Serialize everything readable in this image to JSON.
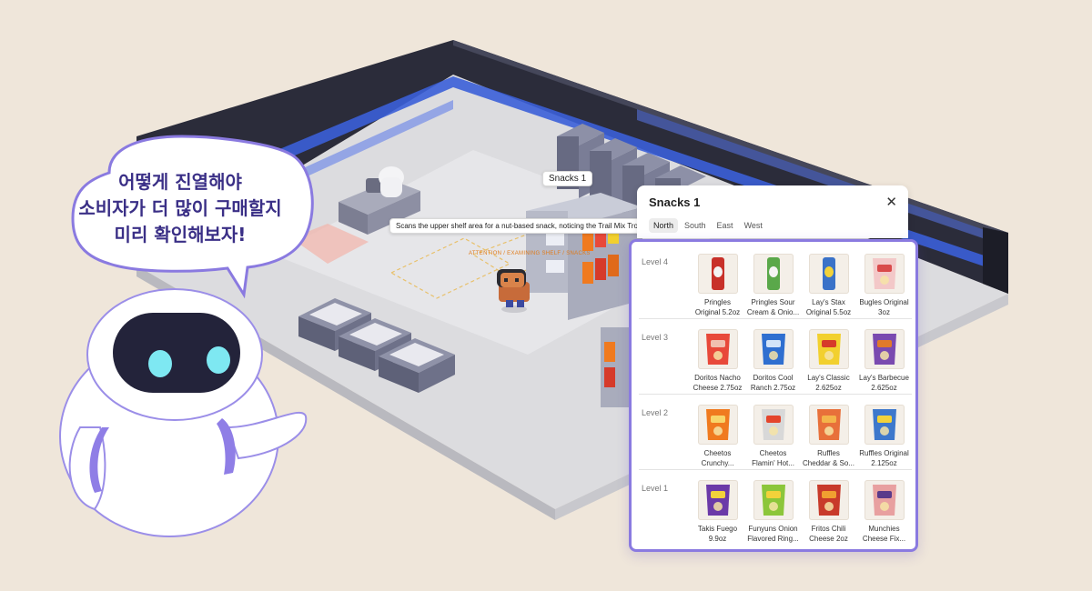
{
  "bubble": {
    "line1": "어떻게 진열해야",
    "line2": "소비자가 더 많이 구매할지",
    "line3": "미리 확인해보자!"
  },
  "scene": {
    "shelf_tag": "Snacks 1",
    "action_tooltip": "Scans the upper shelf area for a nut-based snack, noticing the Trail Mix Tropical.",
    "agent_status": "ATTENTION / EXAMINING SHELF / SNACKS"
  },
  "panel": {
    "title": "Snacks 1",
    "close_icon": "close-icon",
    "tabs": [
      {
        "label": "North",
        "active": true
      },
      {
        "label": "South",
        "active": false
      },
      {
        "label": "East",
        "active": false
      },
      {
        "label": "West",
        "active": false
      }
    ],
    "levels": [
      {
        "label": "Level 4",
        "products": [
          {
            "name1": "Pringles",
            "name2": "Original 5.2oz",
            "color": "#c8312a",
            "type": "can",
            "accent": "#f4f4f4"
          },
          {
            "name1": "Pringles Sour",
            "name2": "Cream & Onio...",
            "color": "#5aa84a",
            "type": "can",
            "accent": "#f4f4f4"
          },
          {
            "name1": "Lay's Stax",
            "name2": "Original 5.5oz",
            "color": "#3a72c8",
            "type": "can",
            "accent": "#f2d23a"
          },
          {
            "name1": "Bugles Original",
            "name2": "3oz",
            "color": "#f3c8c8",
            "type": "bag",
            "accent": "#d94a4a"
          }
        ]
      },
      {
        "label": "Level 3",
        "products": [
          {
            "name1": "Doritos Nacho",
            "name2": "Cheese 2.75oz",
            "color": "#e8493a",
            "type": "bag",
            "accent": "#f0c0b0"
          },
          {
            "name1": "Doritos Cool",
            "name2": "Ranch 2.75oz",
            "color": "#2f6fd0",
            "type": "bag",
            "accent": "#d2e3f8"
          },
          {
            "name1": "Lay's Classic",
            "name2": "2.625oz",
            "color": "#f2d02e",
            "type": "bag",
            "accent": "#d63a2a"
          },
          {
            "name1": "Lay's Barbecue",
            "name2": "2.625oz",
            "color": "#7a4ab0",
            "type": "bag",
            "accent": "#e07a2a"
          }
        ]
      },
      {
        "label": "Level 2",
        "products": [
          {
            "name1": "Cheetos",
            "name2": "Crunchy...",
            "color": "#f07a1f",
            "type": "bag",
            "accent": "#f8d56a"
          },
          {
            "name1": "Cheetos",
            "name2": "Flamin' Hot...",
            "color": "#d8d8d8",
            "type": "bag",
            "accent": "#e4452c"
          },
          {
            "name1": "Ruffles",
            "name2": "Cheddar & So...",
            "color": "#e8703a",
            "type": "bag",
            "accent": "#f4b44a"
          },
          {
            "name1": "Ruffles Original",
            "name2": "2.125oz",
            "color": "#3d78cc",
            "type": "bag",
            "accent": "#f2d23a"
          }
        ]
      },
      {
        "label": "Level 1",
        "products": [
          {
            "name1": "Takis Fuego",
            "name2": "9.9oz",
            "color": "#6b3aa8",
            "type": "bag",
            "accent": "#f2d23a"
          },
          {
            "name1": "Funyuns Onion",
            "name2": "Flavored Ring...",
            "color": "#8cc63a",
            "type": "bag",
            "accent": "#f2d23a"
          },
          {
            "name1": "Fritos Chili",
            "name2": "Cheese 2oz",
            "color": "#c83a2a",
            "type": "bag",
            "accent": "#f0a030"
          },
          {
            "name1": "Munchies",
            "name2": "Cheese Fix...",
            "color": "#e8a0a0",
            "type": "bag",
            "accent": "#5a3a8a"
          }
        ]
      }
    ]
  },
  "colors": {
    "background": "#efe6da",
    "panel_border": "#8a7ae0",
    "bubble_text": "#3a2f86",
    "wall_accent": "#3b5fd8"
  }
}
